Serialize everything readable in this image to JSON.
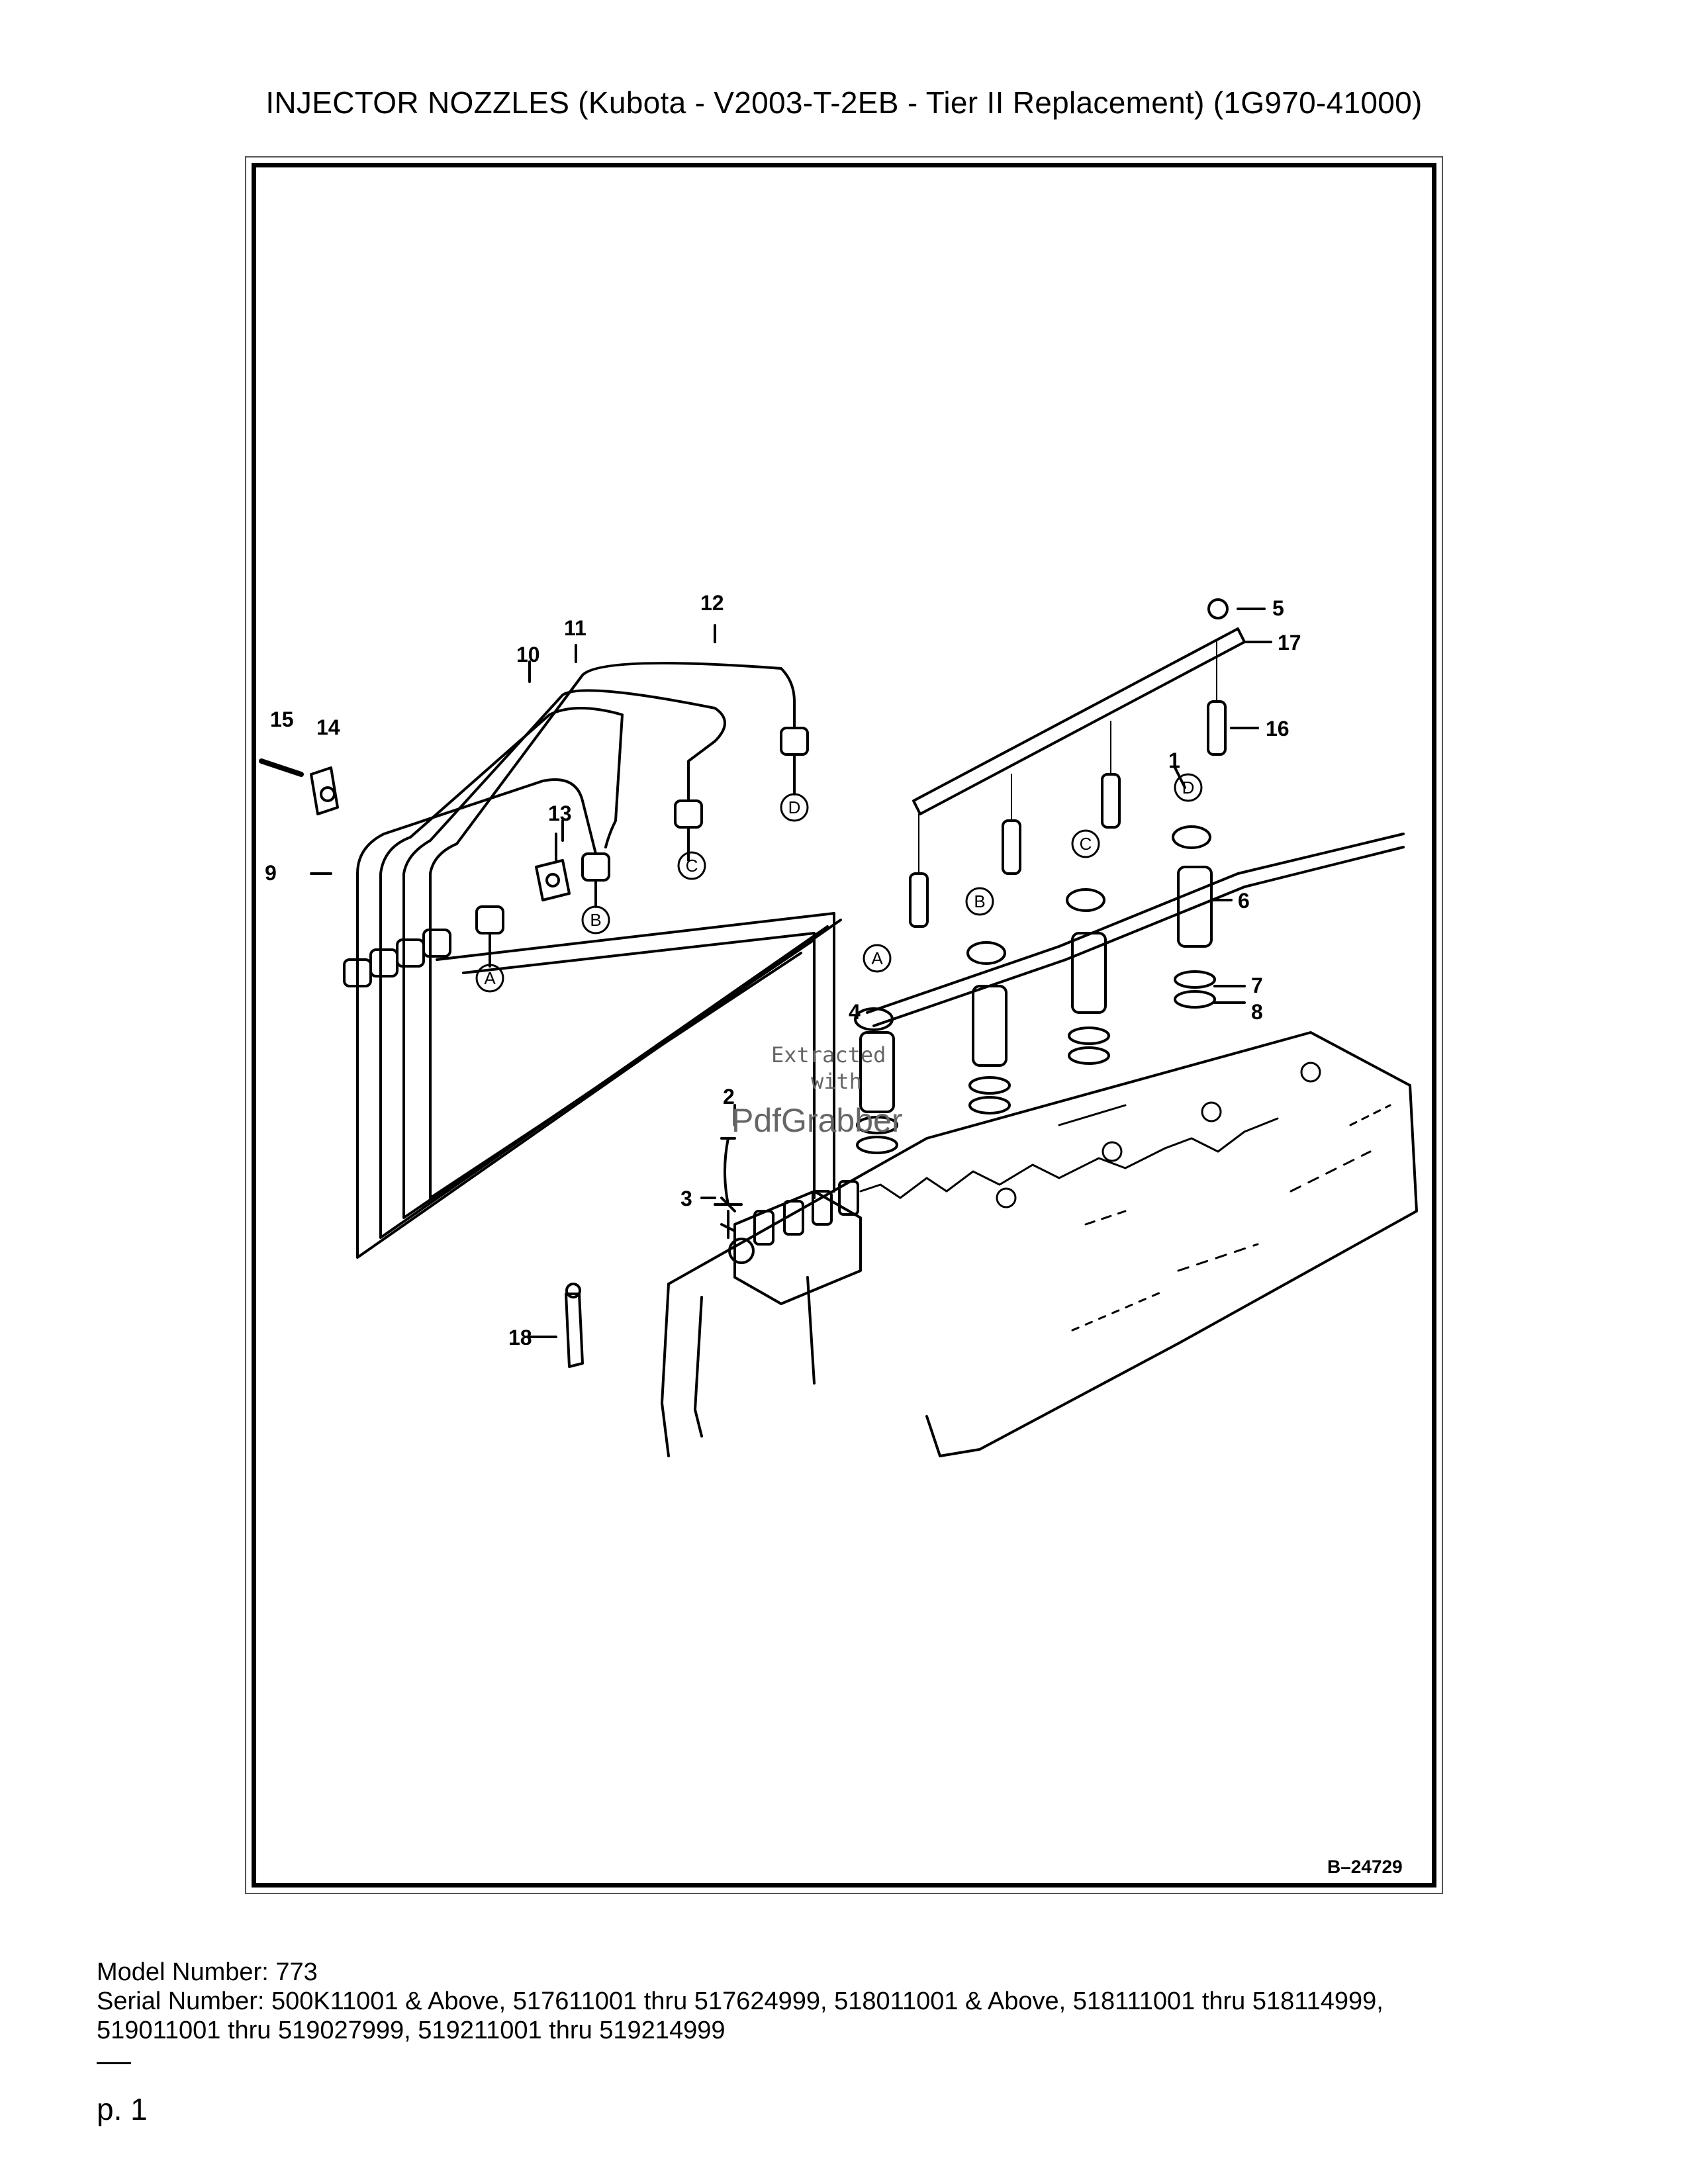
{
  "title": "INJECTOR NOZZLES (Kubota - V2003-T-2EB - Tier II Replacement) (1G970-41000)",
  "diagram": {
    "figure_id": "B–24729",
    "callouts": [
      "1",
      "2",
      "3",
      "4",
      "5",
      "6",
      "7",
      "8",
      "9",
      "10",
      "11",
      "12",
      "13",
      "14",
      "15",
      "16",
      "17",
      "18"
    ],
    "connection_letters": [
      "A",
      "B",
      "C",
      "D"
    ],
    "watermark": [
      "Extracted",
      "with",
      "PdfGrabber"
    ]
  },
  "footer": {
    "model_number": "Model Number: 773",
    "serial_line_1": "Serial Number: 500K11001 & Above, 517611001 thru 517624999, 518011001 & Above, 518111001 thru 518114999,",
    "serial_line_2": "519011001 thru 519027999, 519211001 thru 519214999"
  },
  "page_label": "p. 1"
}
